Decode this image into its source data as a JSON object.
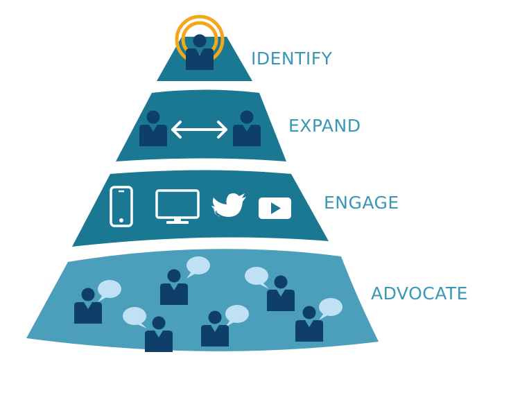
{
  "colors": {
    "tier_dark": "#1a7893",
    "tier_light": "#4b9fbb",
    "person": "#0e3f69",
    "bubble": "#bfe1f3",
    "highlight_ring": "#f2a81d",
    "icon_white": "#ffffff",
    "label": "#3b97b6"
  },
  "tiers": [
    {
      "label": "IDENTIFY",
      "icon": "spotlight-person-icon"
    },
    {
      "label": "EXPAND",
      "icons": [
        "person-icon",
        "double-arrow-icon",
        "person-icon"
      ]
    },
    {
      "label": "ENGAGE",
      "icons": [
        "smartphone-icon",
        "monitor-icon",
        "twitter-bird-icon",
        "video-play-icon"
      ]
    },
    {
      "label": "ADVOCATE",
      "icons": [
        "person-speech-bubble-icon"
      ]
    }
  ]
}
